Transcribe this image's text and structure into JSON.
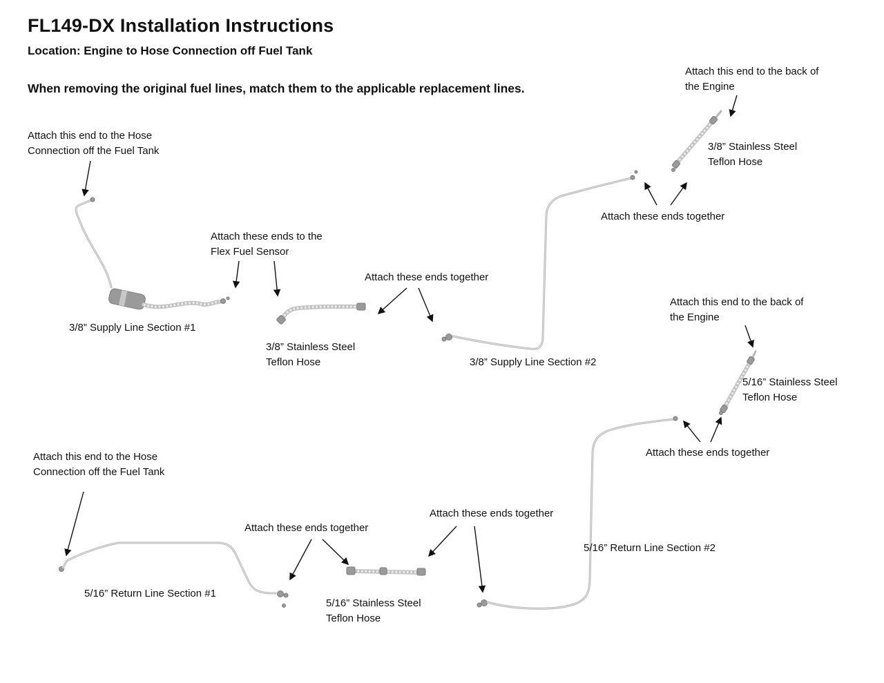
{
  "header": {
    "title": "FL149-DX Installation Instructions",
    "location": "Location: Engine to Hose Connection off Fuel Tank",
    "note": "When removing the original fuel lines, match them to the applicable replacement lines."
  },
  "annotations": {
    "attach_hose_tank_1": "Attach this end to the Hose\nConnection off the Fuel Tank",
    "attach_flex_fuel": "Attach these ends to the\nFlex Fuel Sensor",
    "attach_together_mid": "Attach these ends together",
    "attach_engine_top": "Attach this end to the back of\nthe Engine",
    "attach_together_topright": "Attach these ends together",
    "attach_engine_right": "Attach this end to the back of\nthe Engine",
    "attach_together_right": "Attach these ends together",
    "attach_hose_tank_2": "Attach this end to the Hose\nConnection off the Fuel Tank",
    "attach_together_bottomleft": "Attach these ends together",
    "attach_together_bottommid": "Attach these ends together"
  },
  "parts": {
    "supply1": "3/8” Supply Line Section #1",
    "teflon38_mid": "3/8” Stainless Steel\nTeflon Hose",
    "supply2": "3/8” Supply Line Section #2",
    "teflon38_top": "3/8” Stainless Steel\nTeflon Hose",
    "teflon516_right": "5/16” Stainless Steel\nTeflon Hose",
    "return2": "5/16” Return Line Section #2",
    "return1": "5/16” Return Line Section #1",
    "teflon516_bottom": "5/16” Stainless Steel\nTeflon Hose"
  }
}
